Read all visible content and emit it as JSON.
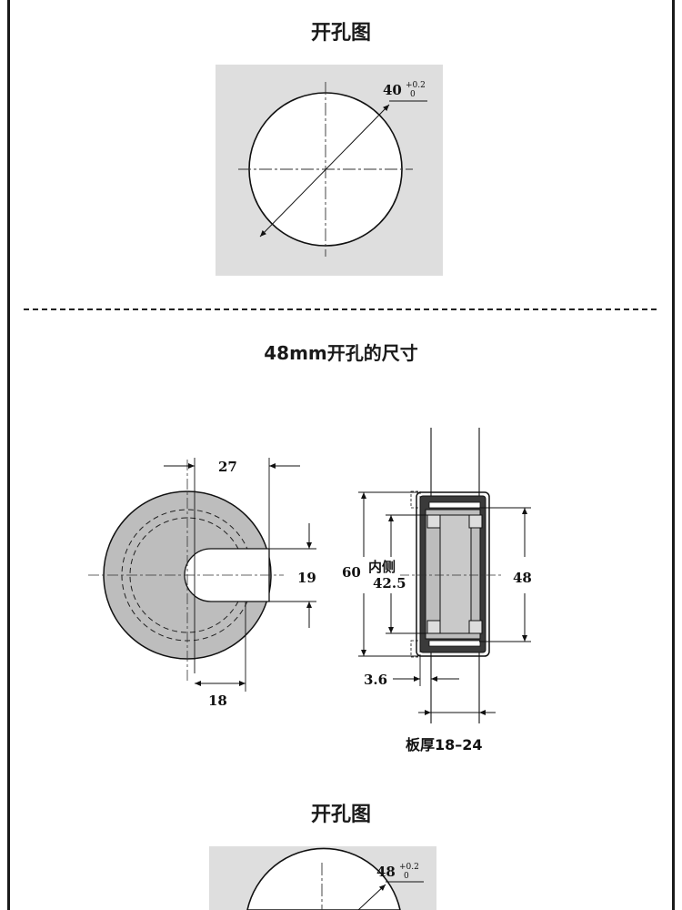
{
  "titles": {
    "top": "开孔图",
    "middle": "48mm开孔的尺寸",
    "bottom": "开孔图"
  },
  "top_diagram": {
    "diameter": "40",
    "tol_upper": "+0.2",
    "tol_lower": "0"
  },
  "grommet_front": {
    "width_top": "27",
    "slot_height": "19",
    "width_bottom": "18"
  },
  "grommet_side": {
    "outer": "60",
    "inner_label": "内侧",
    "inner": "42.5",
    "right": "48",
    "lip": "3.6",
    "board_label": "板厚18–24"
  },
  "bottom_diagram": {
    "diameter": "48",
    "tol_upper": "+0.2",
    "tol_lower": "0"
  },
  "colors": {
    "plate": "#dedede",
    "grommet": "#bdbdbd",
    "line": "#111111"
  }
}
